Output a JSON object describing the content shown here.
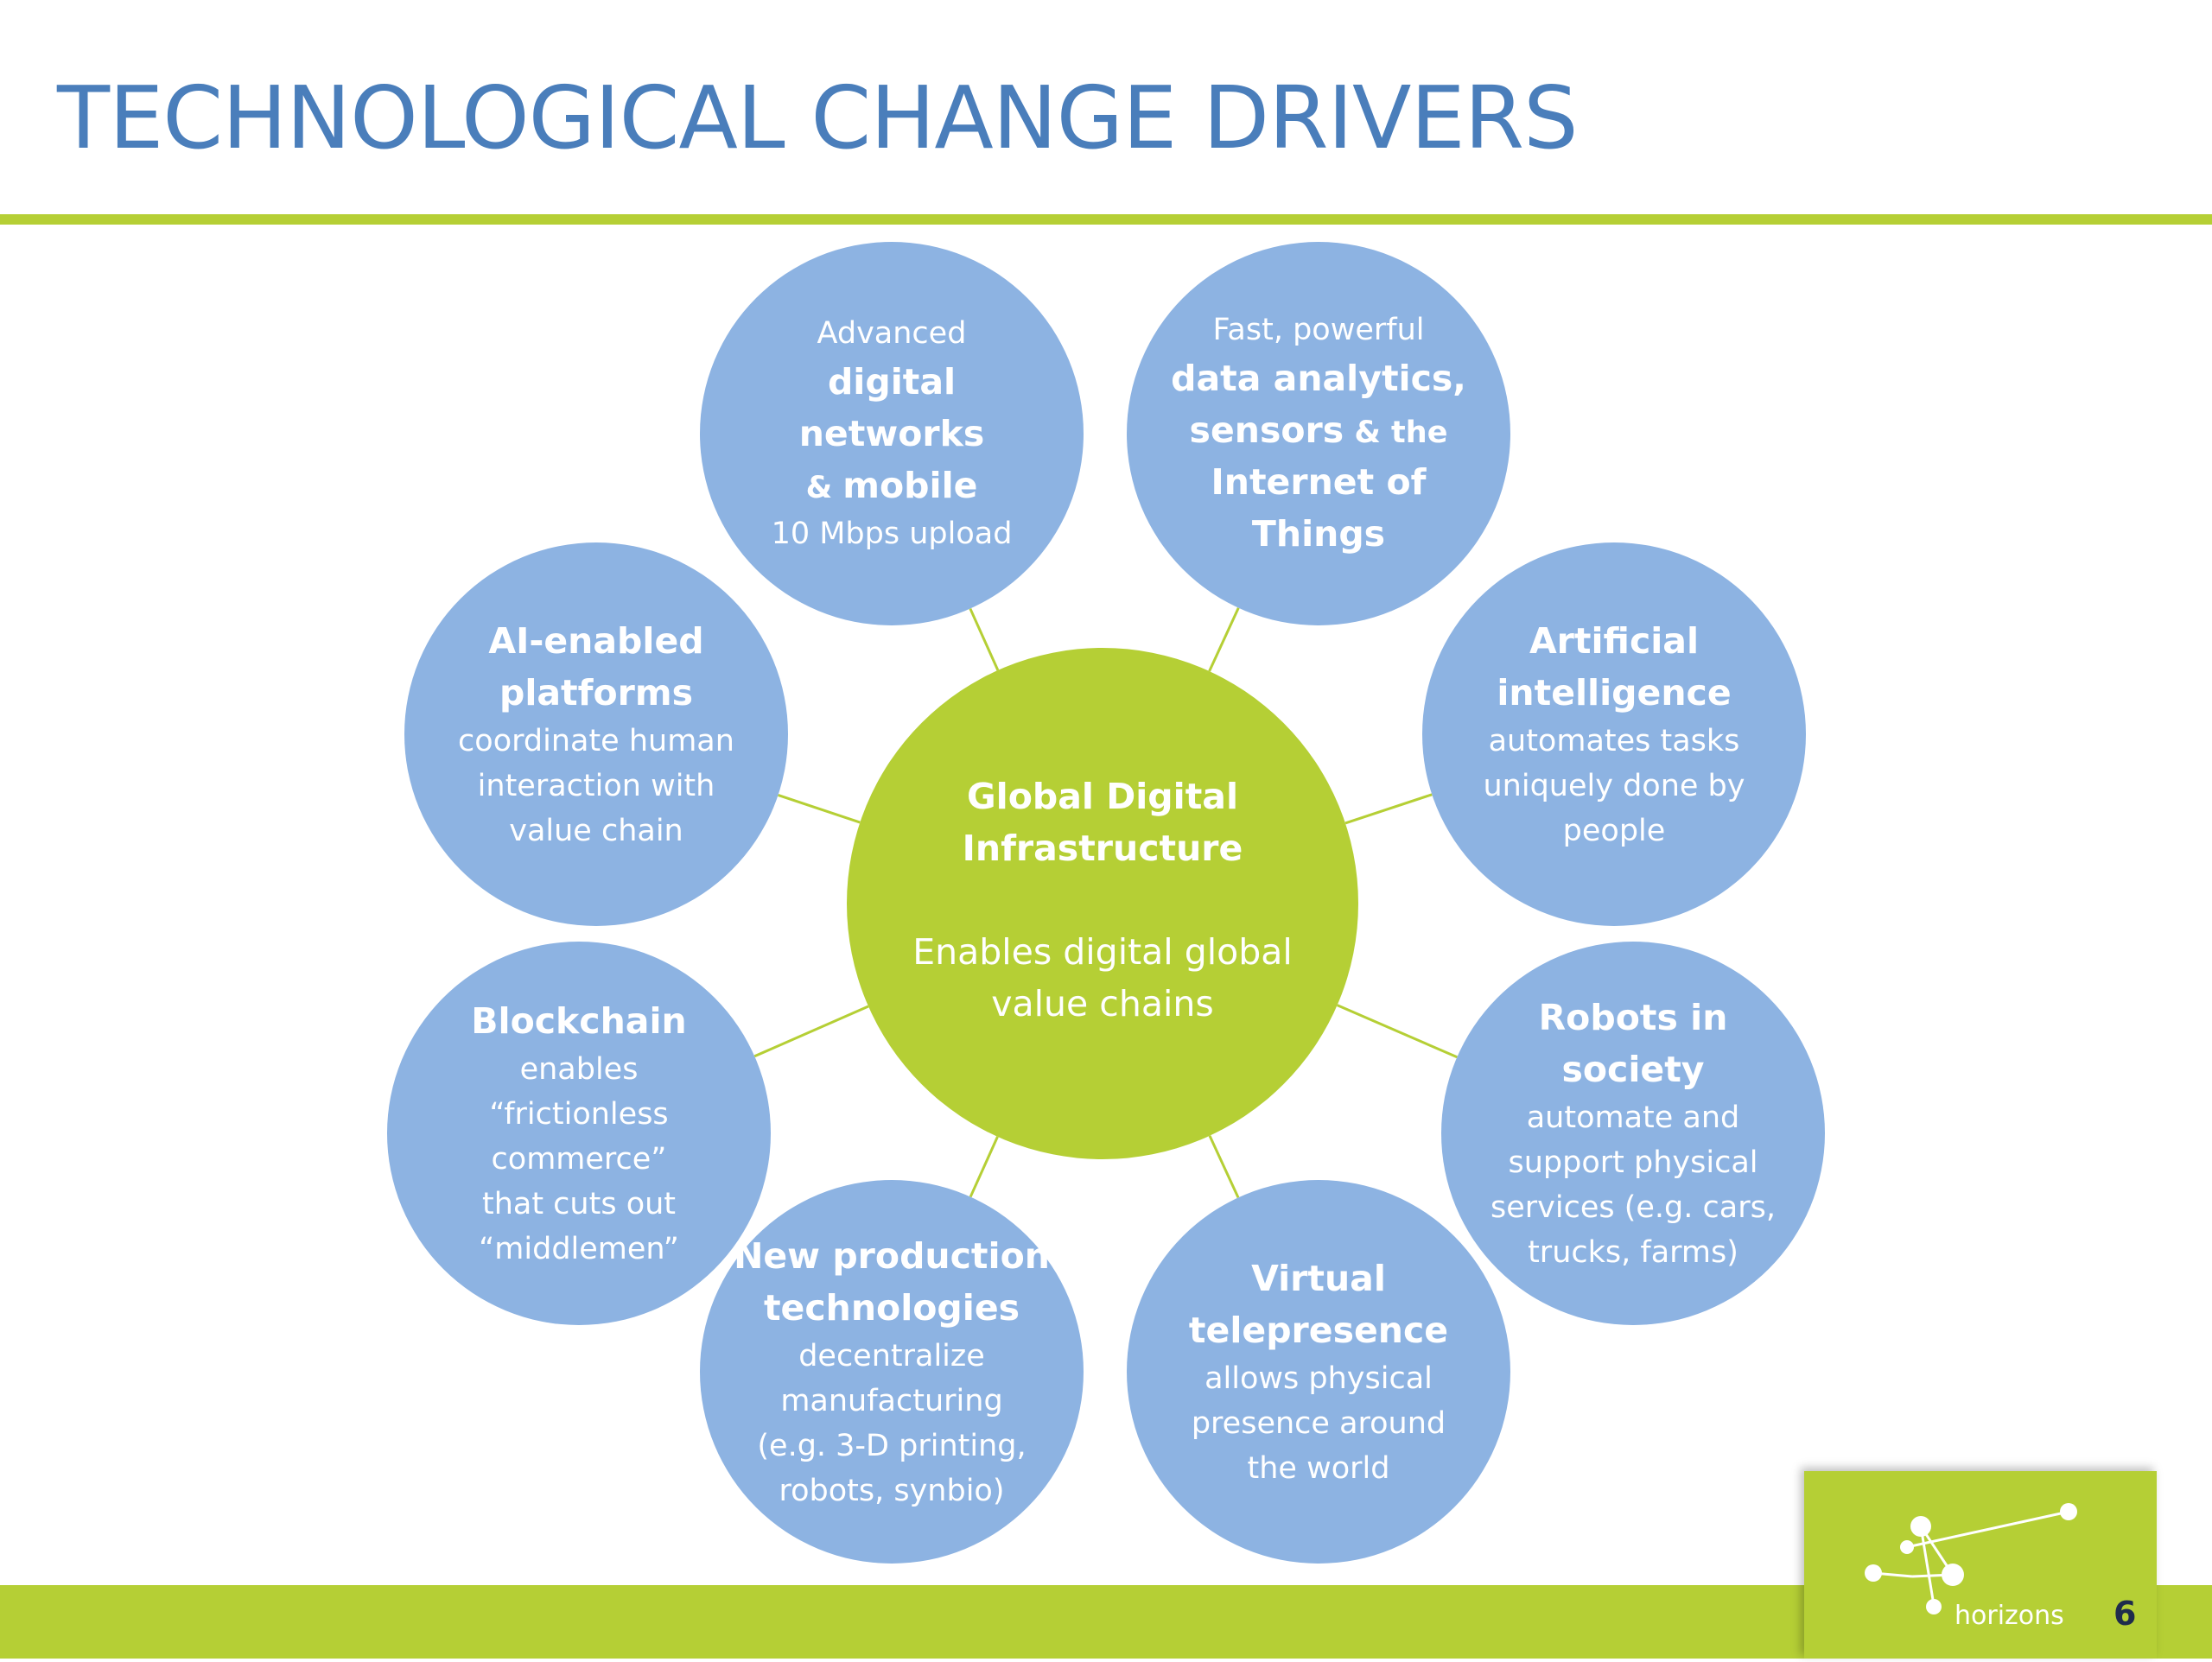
{
  "slide": {
    "title": "TECHNOLOGICAL CHANGE DRIVERS",
    "page_number": "6",
    "logo_text": "horizons"
  },
  "colors": {
    "title": "#4A7EBB",
    "accent_green": "#B5CF35",
    "hub_fill": "#B5CF35",
    "node_fill": "#8DB3E2",
    "connector": "#B5CF35"
  },
  "diagram": {
    "hub": {
      "title_lines": [
        "Global Digital",
        "Infrastructure"
      ],
      "body_lines": [
        "Enables digital global",
        "value chains"
      ]
    },
    "nodes": [
      {
        "id": "digital-networks",
        "lines": [
          {
            "text": "Advanced",
            "style": "sm"
          },
          {
            "text": "digital",
            "style": "bd"
          },
          {
            "text": "networks",
            "style": "bd"
          },
          {
            "text_parts": [
              {
                "text": "& ",
                "style": "sm"
              },
              {
                "text": "mobile",
                "style": "bd"
              }
            ]
          },
          {
            "text": "10 Mbps upload",
            "style": "sm"
          }
        ]
      },
      {
        "id": "data-analytics",
        "lines": [
          {
            "text": "Fast, powerful",
            "style": "sm"
          },
          {
            "text": "data analytics,",
            "style": "bd"
          },
          {
            "text_parts": [
              {
                "text": "sensors",
                "style": "bd"
              },
              {
                "text": " & the",
                "style": "sm"
              }
            ]
          },
          {
            "text": "Internet of",
            "style": "bd"
          },
          {
            "text": "Things",
            "style": "bd"
          }
        ]
      },
      {
        "id": "artificial-intelligence",
        "lines": [
          {
            "text": "Artificial",
            "style": "bd"
          },
          {
            "text": "intelligence",
            "style": "bd"
          },
          {
            "text": "automates tasks",
            "style": "sm"
          },
          {
            "text": "uniquely done by",
            "style": "sm"
          },
          {
            "text": "people",
            "style": "sm"
          }
        ]
      },
      {
        "id": "robots",
        "lines": [
          {
            "text": "Robots in",
            "style": "bd"
          },
          {
            "text": "society",
            "style": "bd"
          },
          {
            "text": "automate and",
            "style": "sm"
          },
          {
            "text": "support physical",
            "style": "sm"
          },
          {
            "text": "services (e.g. cars,",
            "style": "sm"
          },
          {
            "text": "trucks, farms)",
            "style": "sm"
          }
        ]
      },
      {
        "id": "telepresence",
        "lines": [
          {
            "text": "Virtual",
            "style": "bd"
          },
          {
            "text": "telepresence",
            "style": "bd"
          },
          {
            "text": "allows physical",
            "style": "sm"
          },
          {
            "text": "presence around",
            "style": "sm"
          },
          {
            "text": "the world",
            "style": "sm"
          }
        ]
      },
      {
        "id": "new-production",
        "lines": [
          {
            "text": "New production",
            "style": "bd"
          },
          {
            "text": "technologies",
            "style": "bd"
          },
          {
            "text": "decentralize",
            "style": "sm"
          },
          {
            "text": "manufacturing",
            "style": "sm"
          },
          {
            "text": "(e.g. 3-D printing,",
            "style": "sm"
          },
          {
            "text": "robots, synbio)",
            "style": "sm"
          }
        ]
      },
      {
        "id": "blockchain",
        "lines": [
          {
            "text": "Blockchain",
            "style": "bd"
          },
          {
            "text": "enables",
            "style": "sm"
          },
          {
            "text": "“frictionless",
            "style": "sm"
          },
          {
            "text": "commerce”",
            "style": "sm"
          },
          {
            "text": "that cuts out",
            "style": "sm"
          },
          {
            "text": "“middlemen”",
            "style": "sm"
          }
        ]
      },
      {
        "id": "ai-platforms",
        "lines": [
          {
            "text": "AI-enabled",
            "style": "bd"
          },
          {
            "text": "platforms",
            "style": "bd"
          },
          {
            "text": "coordinate human",
            "style": "sm"
          },
          {
            "text": "interaction with",
            "style": "sm"
          },
          {
            "text": "value chain",
            "style": "sm"
          }
        ]
      }
    ]
  }
}
